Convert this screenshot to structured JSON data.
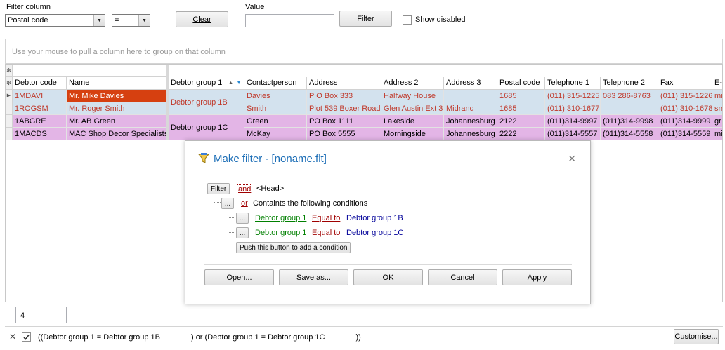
{
  "filterbar": {
    "filter_column_label": "Filter column",
    "filter_column_value": "Postal code",
    "operator_value": "=",
    "clear_label": "Clear",
    "value_label": "Value",
    "value_input": "",
    "filter_label": "Filter",
    "show_disabled_label": "Show disabled",
    "show_disabled_checked": false
  },
  "group_panel": {
    "hint": "Use your mouse to pull a column here to group on that column"
  },
  "grid": {
    "columns": [
      {
        "key": "debtor_code",
        "label": "Debtor code"
      },
      {
        "key": "name",
        "label": "Name"
      },
      {
        "key": "debtor_group",
        "label": "Debtor group 1",
        "sorted": "asc",
        "filtered": true
      },
      {
        "key": "contact",
        "label": "Contactperson"
      },
      {
        "key": "address",
        "label": "Address"
      },
      {
        "key": "address2",
        "label": "Address 2"
      },
      {
        "key": "address3",
        "label": "Address 3"
      },
      {
        "key": "postal",
        "label": "Postal code"
      },
      {
        "key": "tel1",
        "label": "Telephone 1"
      },
      {
        "key": "tel2",
        "label": "Telephone 2"
      },
      {
        "key": "fax",
        "label": "Fax"
      },
      {
        "key": "email",
        "label": "E-"
      }
    ],
    "groups": [
      {
        "label": "Debtor group 1B",
        "bg": "#d3e2ee"
      },
      {
        "label": "Debtor group 1C",
        "bg": "#e3b5e6"
      }
    ],
    "rows": [
      {
        "debtor_code": "1MDAVI",
        "name": "Mr. Mike Davies",
        "contact": "Davies",
        "address": "P O Box 333",
        "address2": "Halfway House",
        "address3": "",
        "postal": "1685",
        "tel1": "(011) 315-1225",
        "tel2": "083 286-8763",
        "fax": "(011) 315-1226",
        "email": "mi",
        "group": 0,
        "selected": true
      },
      {
        "debtor_code": "1ROGSM",
        "name": "Mr. Roger Smith",
        "contact": "Smith",
        "address": "Plot 539 Boxer Road",
        "address2": "Glen Austin Ext 3",
        "address3": "Midrand",
        "postal": "1685",
        "tel1": "(011) 310-1677",
        "tel2": "",
        "fax": "(011) 310-1678",
        "email": "sm",
        "group": 0,
        "selected": false
      },
      {
        "debtor_code": "1ABGRE",
        "name": "Mr. AB Green",
        "contact": "Green",
        "address": "PO Box 1111",
        "address2": "Lakeside",
        "address3": "Johannesburg",
        "postal": "2122",
        "tel1": "(011)314-9997",
        "tel2": "(011)314-9998",
        "fax": "(011)314-9999",
        "email": "gr",
        "group": 1,
        "selected": false
      },
      {
        "debtor_code": "1MACDS",
        "name": "MAC Shop Decor Specialists",
        "contact": "McKay",
        "address": "PO Box 5555",
        "address2": "Morningside",
        "address3": "Johannesburg",
        "postal": "2222",
        "tel1": "(011)314-5557",
        "tel2": "(011)314-5558",
        "fax": "(011)314-5559",
        "email": "mi",
        "group": 1,
        "selected": false
      }
    ],
    "colors": {
      "group_1b_text": "#c0392b",
      "group_1c_text": "#000000",
      "selected_bg": "#d64010",
      "selected_text": "#ffffff"
    }
  },
  "dialog": {
    "title": "Make filter - [noname.flt]",
    "filter_btn": "Filter",
    "and_link": "and",
    "head_text": "<Head>",
    "ellipsis": "...",
    "or_link": "or",
    "contains_text": "Containts the following conditions",
    "conditions": [
      {
        "field": "Debtor group 1",
        "operator": "Equal to",
        "value": "Debtor group 1B"
      },
      {
        "field": "Debtor group 1",
        "operator": "Equal to",
        "value": "Debtor group 1C"
      }
    ],
    "add_condition": "Push this button to add a condition",
    "buttons": {
      "open": "Open...",
      "save_as": "Save as...",
      "ok": "OK",
      "cancel": "Cancel",
      "apply": "Apply"
    }
  },
  "status": {
    "record_count": "4"
  },
  "footer": {
    "filter_text_a": "((Debtor group 1 = Debtor group 1B",
    "filter_text_b": ") or (Debtor group 1 = Debtor group 1C",
    "filter_text_c": "))",
    "filter_enabled": true,
    "customise": "Customise..."
  }
}
